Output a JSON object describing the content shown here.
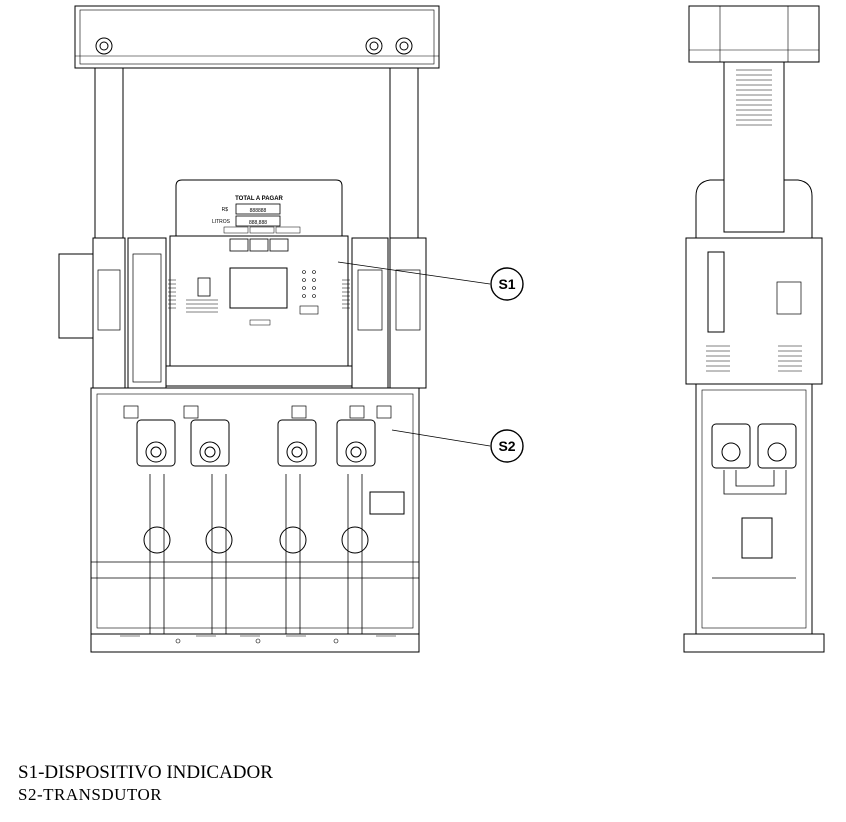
{
  "callouts": [
    {
      "label": "S1"
    },
    {
      "label": "S2"
    }
  ],
  "display_panel": {
    "title": "TOTAL A PAGAR",
    "currency_label": "R$",
    "liters_label": "LITROS",
    "digits_total": "888888",
    "digits_liters": "888,888"
  },
  "legend": [
    {
      "text": "S1-DISPOSITIVO INDICADOR"
    },
    {
      "text": "S2-TRANSDUTOR"
    }
  ]
}
